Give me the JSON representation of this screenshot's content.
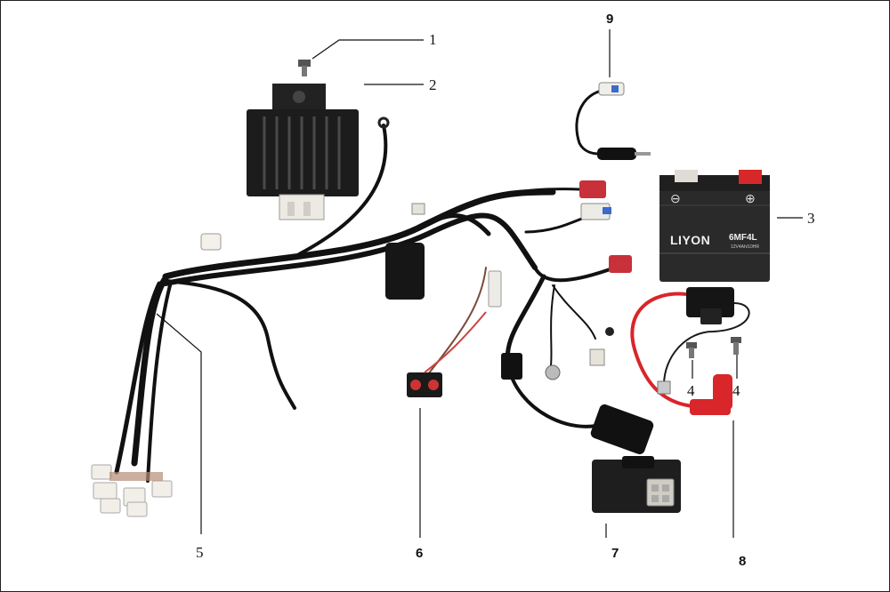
{
  "callouts": {
    "c1": "1",
    "c2": "2",
    "c3": "3",
    "c4a": "4",
    "c4b": "4",
    "c5": "5",
    "c6": "6",
    "c7": "7",
    "c8": "8",
    "c9": "9"
  },
  "battery": {
    "brand": "LIYON",
    "model": "6MF4L",
    "spec": "12V4Ah/10HR",
    "minus": "⊖",
    "plus": "⊕"
  },
  "colors": {
    "harness": "#111111",
    "red_wire": "#d8262b",
    "plug_red": "#c8303a",
    "component": "#1e1e1e"
  }
}
